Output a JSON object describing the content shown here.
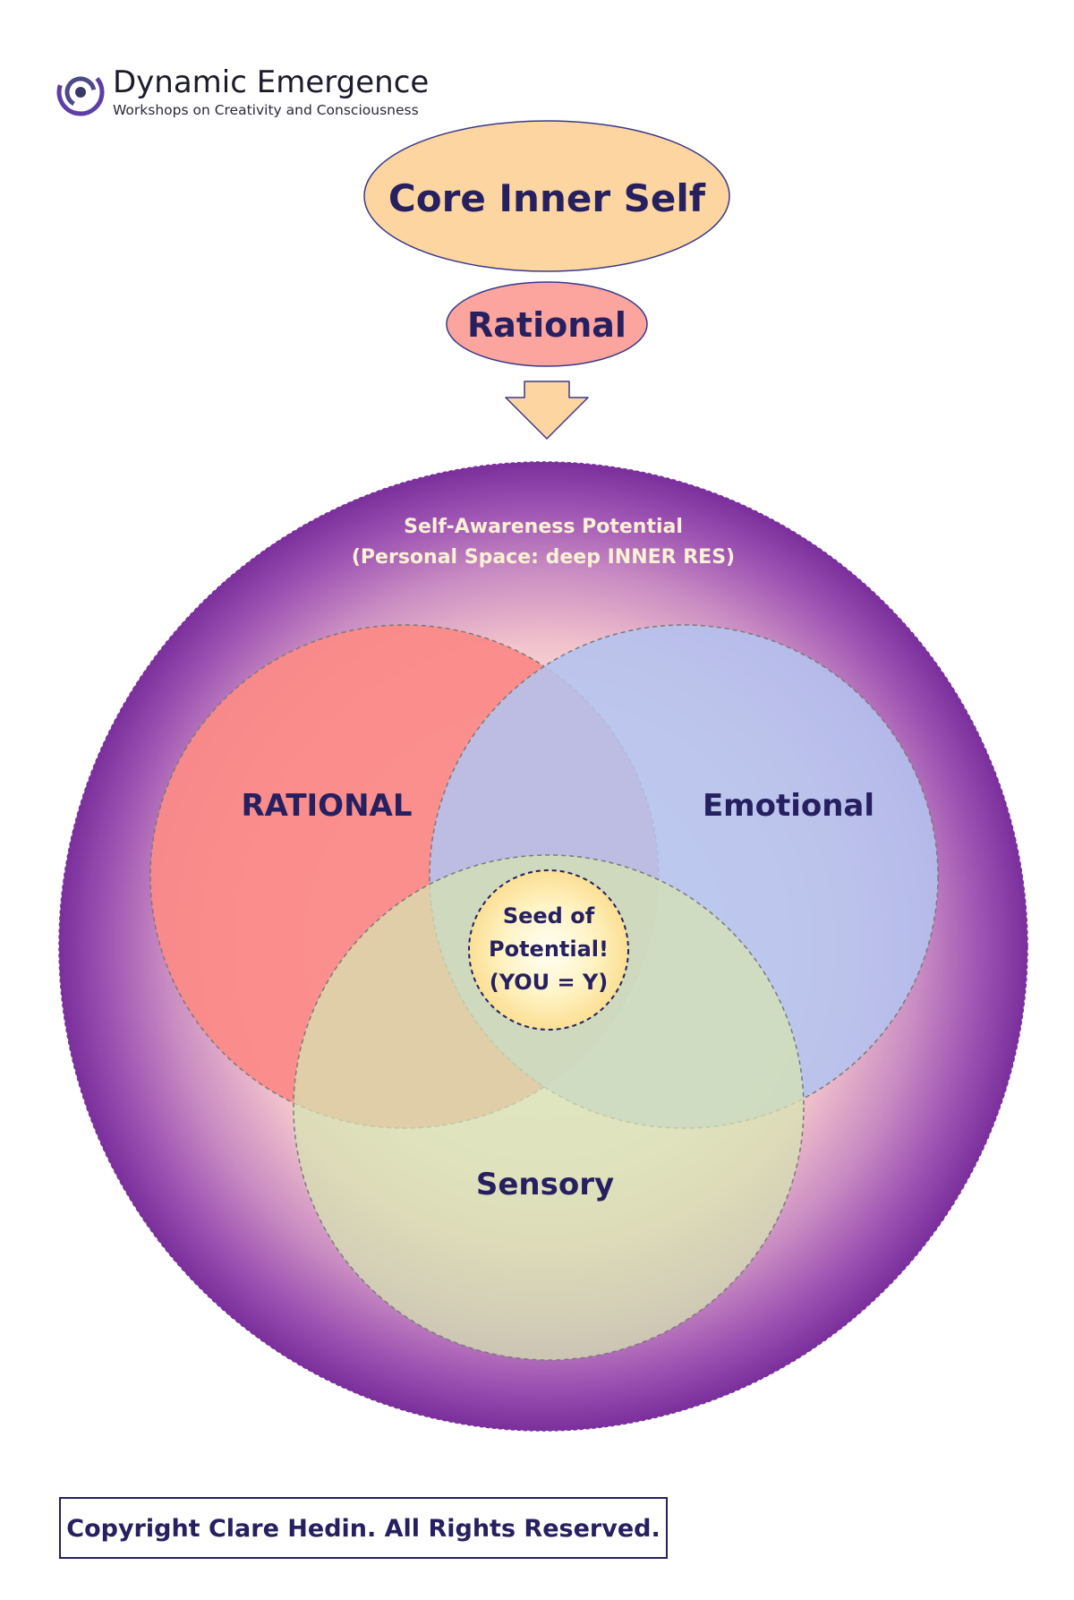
{
  "brand": {
    "name": "Dynamic Emergence",
    "tagline": "Workshops on Creativity and Consciousness"
  },
  "top": {
    "core_label": "Core Inner Self",
    "rational_label": "Rational"
  },
  "outer_circle": {
    "line1": "Self-Awareness Potential",
    "line2": "(Personal Space: deep INNER RES)"
  },
  "venn": {
    "rational": "RATIONAL",
    "emotional": "Emotional",
    "sensory": "Sensory"
  },
  "seed": {
    "line1": "Seed of",
    "line2": "Potential!",
    "line3": "(YOU = Y)"
  },
  "footer": {
    "copyright": "Copyright Clare Hedin. All Rights Reserved."
  },
  "colors": {
    "ink": "#262060",
    "core_fill": "#fcd5a0",
    "rational_fill": "#fba59e",
    "outer_edge": "#7f3aa0",
    "outer_center": "#fff6f0",
    "venn_rational": "#fb8a88",
    "venn_emotional": "#b4c3ef",
    "venn_sensory": "#d6e3b6",
    "seed_center": "#fffce8",
    "seed_edge": "#fce49a"
  }
}
